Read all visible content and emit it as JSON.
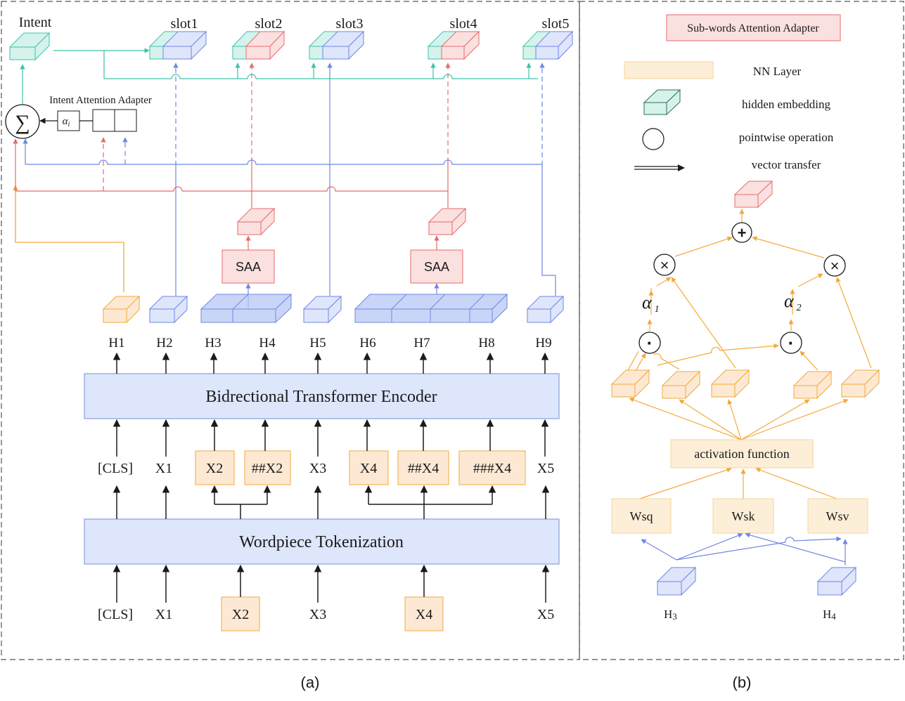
{
  "panel_a": {
    "caption": "(a)",
    "intent_label": "Intent",
    "slot_labels": [
      "slot1",
      "slot2",
      "slot3",
      "slot4",
      "slot5"
    ],
    "intent_adapter_label": "Intent Attention Adapter",
    "sum_symbol": "∑",
    "alpha_label": "α",
    "alpha_sub": "i",
    "saa_label": "SAA",
    "hidden_labels": [
      "H1",
      "H2",
      "H3",
      "H4",
      "H5",
      "H6",
      "H7",
      "H8",
      "H9"
    ],
    "encoder_label": "Bidrectional Transformer Encoder",
    "tokenization_label": "Wordpiece Tokenization",
    "subword_tokens": [
      "[CLS]",
      "X1",
      "X2",
      "##X2",
      "X3",
      "X4",
      "##X4",
      "###X4",
      "X5"
    ],
    "input_tokens": [
      "[CLS]",
      "X1",
      "X2",
      "X3",
      "X4",
      "X5"
    ]
  },
  "panel_b": {
    "caption": "(b)",
    "legend": {
      "saa": "Sub-words Attention Adapter",
      "nn_layer": "NN Layer",
      "hidden_embedding": "hidden embedding",
      "pointwise": "pointwise operation",
      "vector_transfer": "vector transfer"
    },
    "plus_symbol": "+",
    "times_symbol": "×",
    "dot_symbol": "·",
    "alpha1": "α",
    "alpha1_sub": "1",
    "alpha2": "α",
    "alpha2_sub": "2",
    "activation_label": "activation function",
    "weights": [
      "Wsq",
      "Wsk",
      "Wsv"
    ],
    "h3": "H",
    "h3_sub": "3",
    "h4": "H",
    "h4_sub": "4"
  },
  "colors": {
    "teal": "#3fc2a8",
    "teal_fill": "#d5f3ec",
    "blue": "#6f86e3",
    "blue_fill": "#dfe6fb",
    "red": "#e66b6b",
    "red_fill": "#fbe0e0",
    "orange": "#f2a93b",
    "orange_fill": "#fde9d3",
    "encoder_fill": "#dde6fb",
    "encoder_stroke": "#8a9fe0",
    "black": "#1a1a1a",
    "legend_nn_fill": "#fdeed8",
    "legend_nn_stroke": "#f6d49a"
  }
}
